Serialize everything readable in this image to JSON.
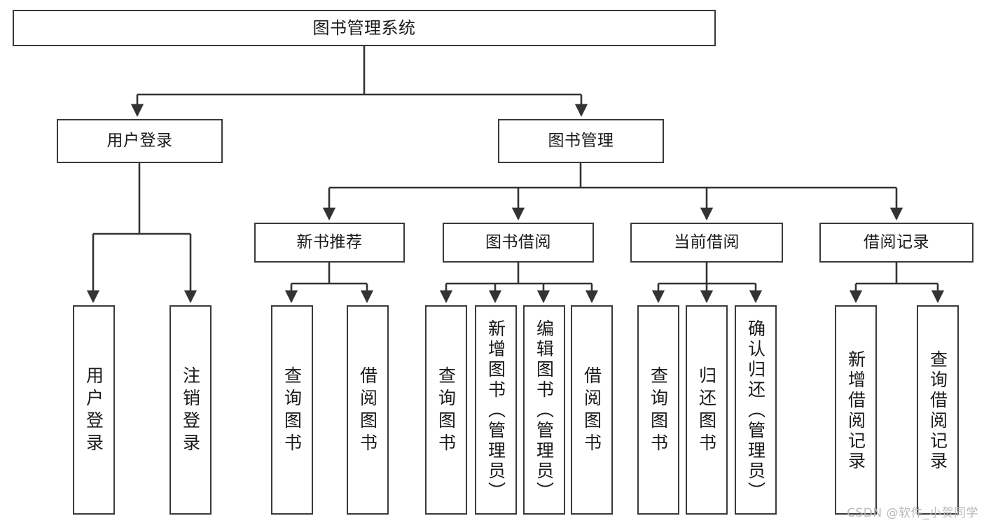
{
  "diagram": {
    "type": "tree-hierarchy",
    "title": "图书管理系统",
    "watermark": "CSDN @软件_小贺同学",
    "colors": {
      "box_border": "#3a3a3a",
      "box_fill": "#ffffff",
      "connector": "#333333",
      "text": "#1a1a1a",
      "watermark": "#b9b9b9"
    },
    "levels": {
      "root": "图书管理系统",
      "level2": [
        "用户登录",
        "图书管理"
      ],
      "level3": [
        "新书推荐",
        "图书借阅",
        "当前借阅",
        "借阅记录"
      ]
    },
    "nodes": {
      "root": {
        "label": "图书管理系统"
      },
      "user_login": {
        "label": "用户登录"
      },
      "book_manage": {
        "label": "图书管理"
      },
      "new_book_rec": {
        "label": "新书推荐"
      },
      "book_borrow": {
        "label": "图书借阅"
      },
      "current_borrow": {
        "label": "当前借阅"
      },
      "borrow_record": {
        "label": "借阅记录"
      },
      "leaf_user_login": {
        "label": "用户登录"
      },
      "leaf_logout": {
        "label": "注销登录"
      },
      "leaf_query_book_1": {
        "label": "查询图书"
      },
      "leaf_borrow_book_1": {
        "label": "借阅图书"
      },
      "leaf_query_book_2": {
        "label": "查询图书"
      },
      "leaf_add_book": {
        "label": "新增图书（管理员）"
      },
      "leaf_edit_book": {
        "label": "编辑图书（管理员）"
      },
      "leaf_borrow_book_2": {
        "label": "借阅图书"
      },
      "leaf_query_book_3": {
        "label": "查询图书"
      },
      "leaf_return_book": {
        "label": "归还图书"
      },
      "leaf_confirm_return": {
        "label": "确认归还（管理员）"
      },
      "leaf_add_record": {
        "label": "新增借阅记录"
      },
      "leaf_query_record": {
        "label": "查询借阅记录"
      }
    },
    "edges": [
      {
        "from": "root",
        "to": "user_login"
      },
      {
        "from": "root",
        "to": "book_manage"
      },
      {
        "from": "user_login",
        "to": "leaf_user_login"
      },
      {
        "from": "user_login",
        "to": "leaf_logout"
      },
      {
        "from": "book_manage",
        "to": "new_book_rec"
      },
      {
        "from": "book_manage",
        "to": "book_borrow"
      },
      {
        "from": "book_manage",
        "to": "current_borrow"
      },
      {
        "from": "book_manage",
        "to": "borrow_record"
      },
      {
        "from": "new_book_rec",
        "to": "leaf_query_book_1"
      },
      {
        "from": "new_book_rec",
        "to": "leaf_borrow_book_1"
      },
      {
        "from": "book_borrow",
        "to": "leaf_query_book_2"
      },
      {
        "from": "book_borrow",
        "to": "leaf_add_book"
      },
      {
        "from": "book_borrow",
        "to": "leaf_edit_book"
      },
      {
        "from": "book_borrow",
        "to": "leaf_borrow_book_2"
      },
      {
        "from": "current_borrow",
        "to": "leaf_query_book_3"
      },
      {
        "from": "current_borrow",
        "to": "leaf_return_book"
      },
      {
        "from": "current_borrow",
        "to": "leaf_confirm_return"
      },
      {
        "from": "borrow_record",
        "to": "leaf_add_record"
      },
      {
        "from": "borrow_record",
        "to": "leaf_query_record"
      }
    ]
  }
}
